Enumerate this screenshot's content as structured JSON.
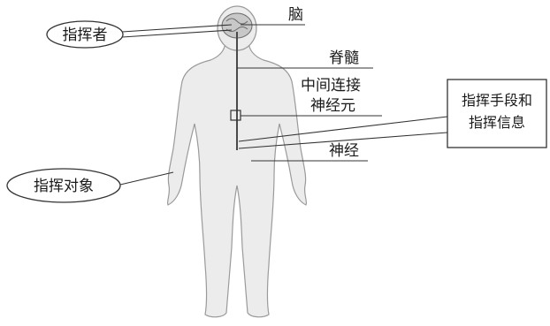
{
  "diagram": {
    "labels": {
      "commander": "指挥者",
      "brain": "脑",
      "spinal_cord": "脊髓",
      "interneuron_line1": "中间连接",
      "interneuron_line2": "神经元",
      "nerve": "神经",
      "means_line1": "指挥手段和",
      "means_line2": "指挥信息",
      "target": "指挥对象"
    }
  }
}
